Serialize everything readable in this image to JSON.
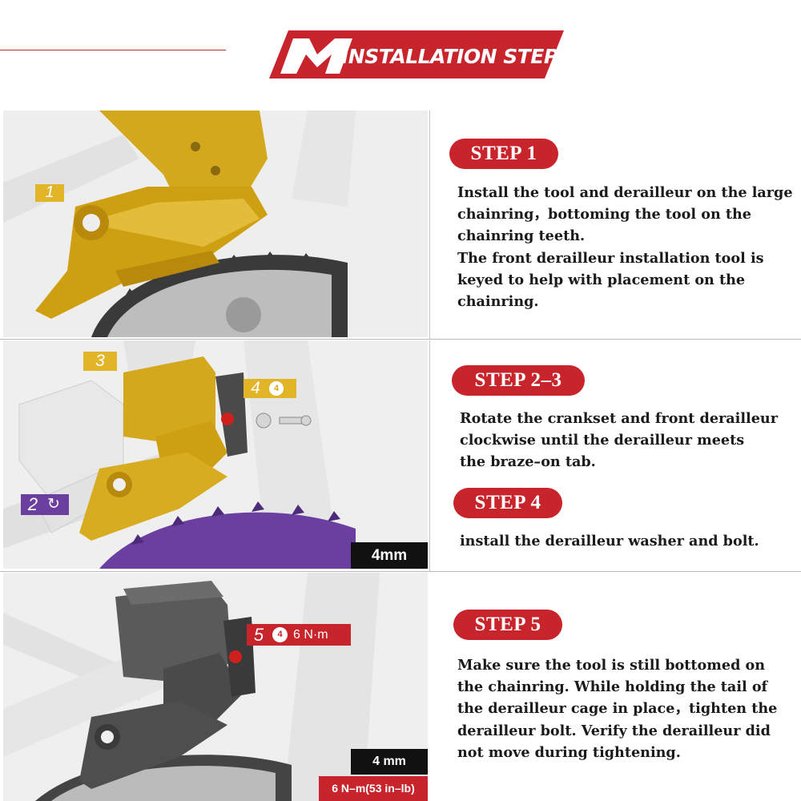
{
  "header": {
    "title": "INSTALLATION STEP",
    "brand_color": "#c8242b"
  },
  "panel1": {
    "callout": "1"
  },
  "panel2": {
    "callout_3": "3",
    "callout_4": "4",
    "callout_4_icon_label": "4",
    "callout_2": "2",
    "tool_size": "4mm"
  },
  "panel3": {
    "callout_5": "5",
    "callout_5_icon_label": "4",
    "callout_5_torque": "6 N·m",
    "tool_size": "4 mm",
    "torque_spec": "6 N–m(53 in–lb)"
  },
  "steps": [
    {
      "label": "STEP 1",
      "text": "Install the tool and derailleur on the large\nchainring，bottoming the tool on the\nchainring teeth.\nThe front derailleur installation tool is\nkeyed to help  with placement on the\nchainring."
    },
    {
      "label": "STEP 2–3",
      "text": "Rotate the crankset and front derailleur\nclockwise until the derailleur meets\nthe braze–on tab."
    },
    {
      "label": "STEP 4",
      "text": "install the derailleur washer and bolt."
    },
    {
      "label": "STEP 5",
      "text": "Make sure the tool is still bottomed on\nthe chainring. While holding the tail of\nthe derailleur cage in place，tighten the\nderailleur bolt. Verify the derailleur did\nnot move during tightening."
    }
  ],
  "colors": {
    "gold": "#d4a81c",
    "purple": "#6a3fa0",
    "dark_part": "#4a4a4a",
    "red_bolt": "#d0201e"
  }
}
